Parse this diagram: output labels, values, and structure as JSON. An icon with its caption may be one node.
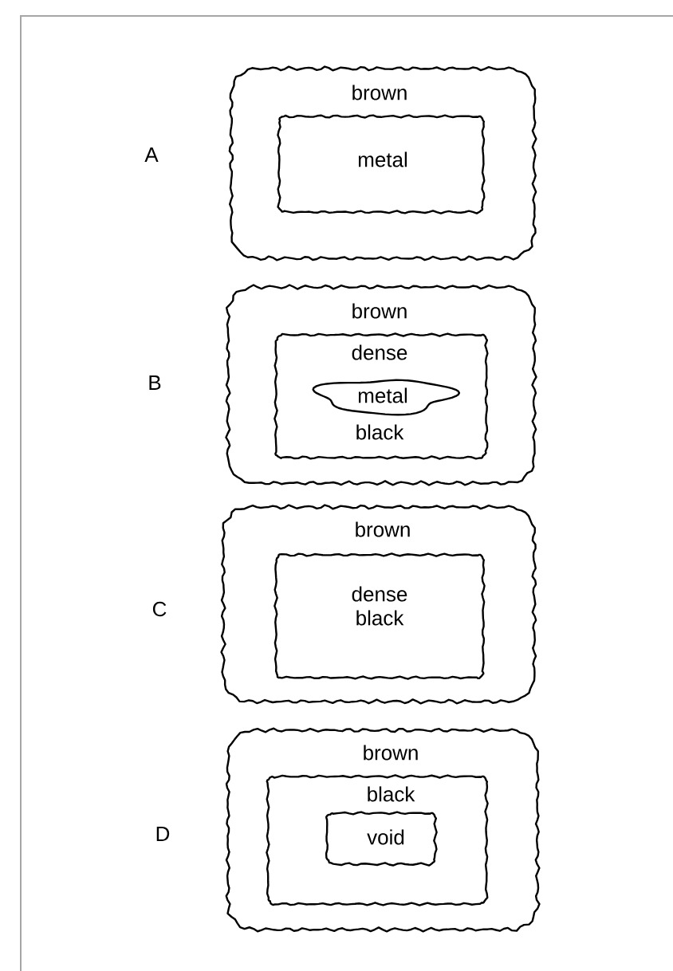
{
  "diagram": {
    "nodes": [
      {
        "text": [
          "brown"
        ]
      },
      {
        "text": [
          "metal"
        ],
        "in": 0
      },
      {
        "text": [
          "brown"
        ]
      },
      {
        "text": [
          "dense",
          "black"
        ],
        "in": 2
      },
      {
        "text": [
          "metal"
        ],
        "in": 3
      },
      {
        "text": [
          "brown"
        ]
      },
      {
        "text": [
          "dense black"
        ],
        "in": 5
      },
      {
        "text": [
          "brown"
        ]
      },
      {
        "text": [
          "black"
        ],
        "in": 7
      },
      {
        "text": [
          "void"
        ],
        "in": 8
      }
    ],
    "labels": [
      "A",
      "B",
      "C",
      "D"
    ]
  }
}
